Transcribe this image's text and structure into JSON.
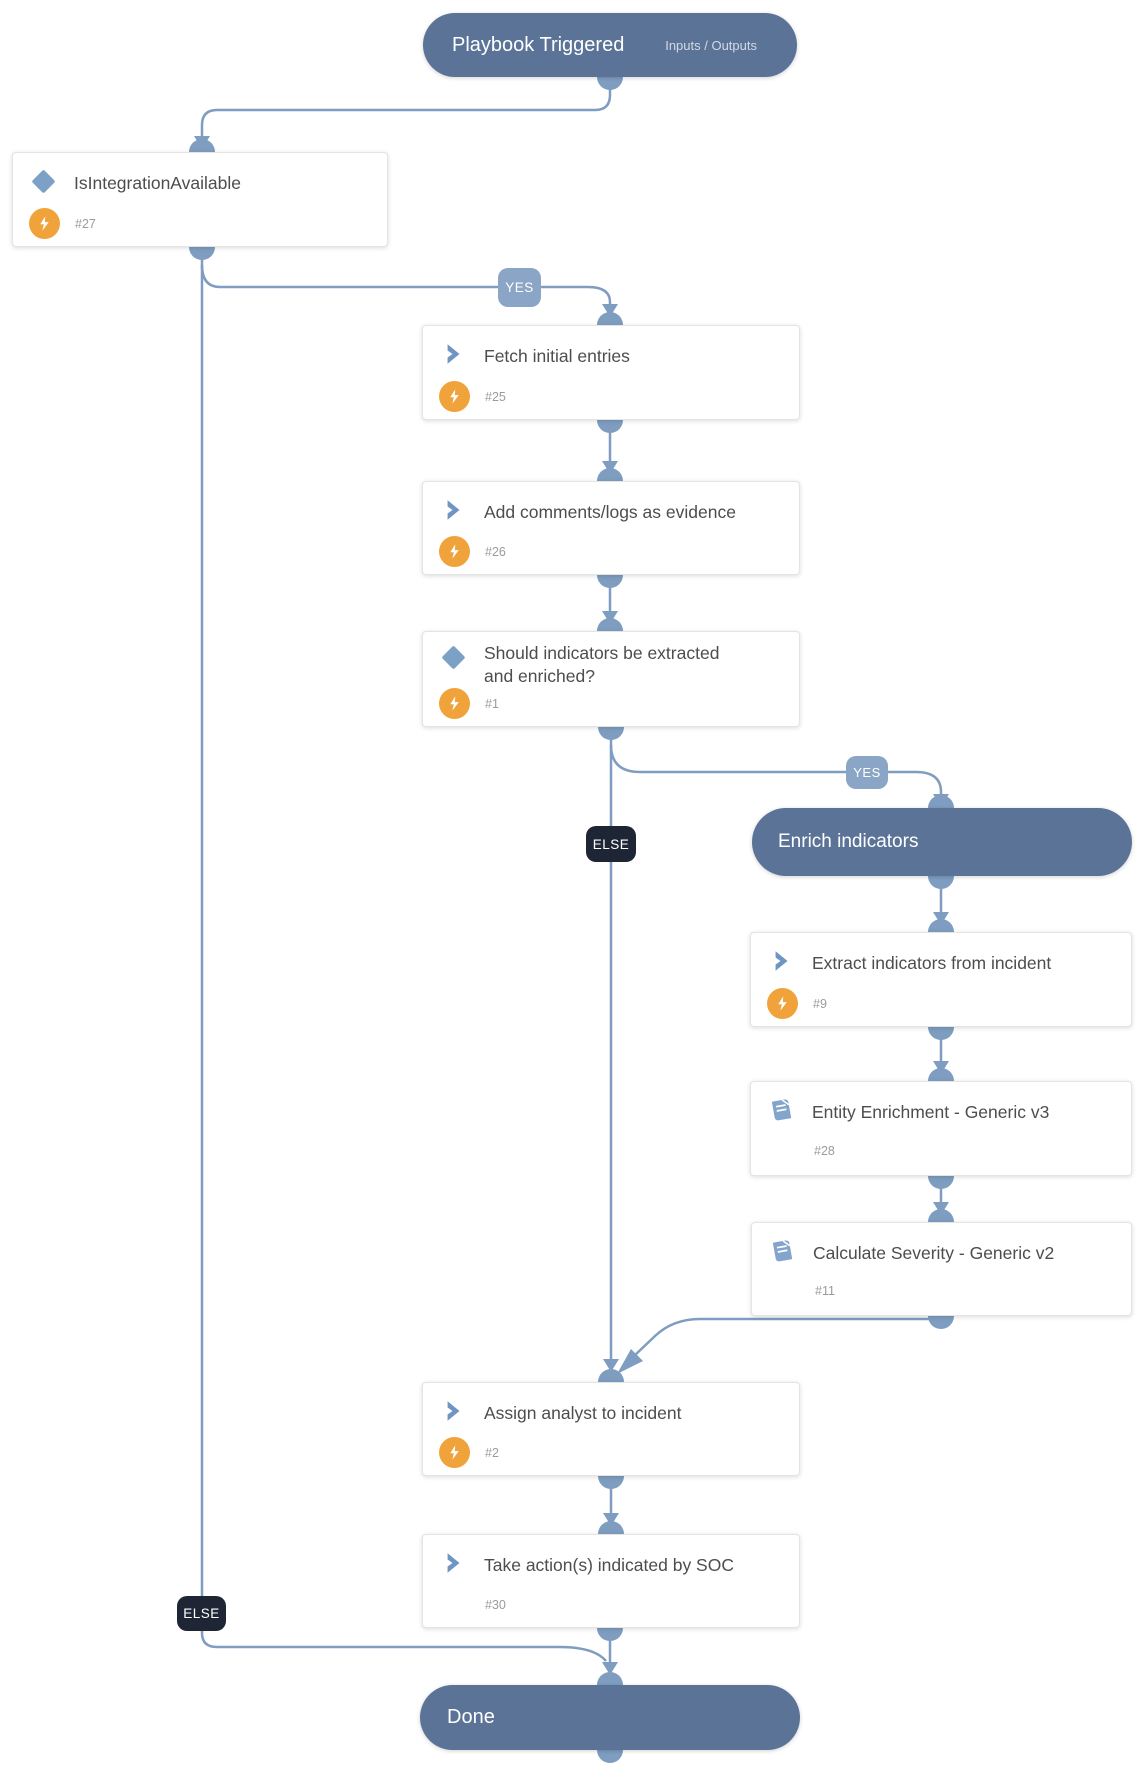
{
  "colors": {
    "pill_bg": "#5b7397",
    "connector": "#7e9dc0",
    "yes_badge_bg": "#8aa5c6",
    "else_badge_bg": "#1e2534",
    "bolt_bg": "#f1a33b",
    "icon_blue": "#7da0c6",
    "card_title": "#4d4d4d",
    "task_number": "#9b9b9b"
  },
  "icons": {
    "condition": "diamond-icon",
    "task": "chevron-icon",
    "automation": "bolt-icon",
    "subplaybook": "book-icon"
  },
  "nodes": {
    "playbook_triggered": {
      "title": "Playbook Triggered",
      "right_label": "Inputs / Outputs"
    },
    "is_integration_available": {
      "title": "IsIntegrationAvailable",
      "id": "#27"
    },
    "fetch_initial_entries": {
      "title": "Fetch initial entries",
      "id": "#25"
    },
    "add_comments": {
      "title": "Add comments/logs as evidence",
      "id": "#26"
    },
    "should_indicators": {
      "title": "Should indicators be extracted and enriched?",
      "id": "#1"
    },
    "enrich_indicators": {
      "title": "Enrich indicators"
    },
    "extract_indicators": {
      "title": "Extract indicators from incident",
      "id": "#9"
    },
    "entity_enrichment": {
      "title": "Entity Enrichment - Generic v3",
      "id": "#28"
    },
    "calculate_severity": {
      "title": "Calculate Severity - Generic v2",
      "id": "#11"
    },
    "assign_analyst": {
      "title": "Assign analyst to incident",
      "id": "#2"
    },
    "take_action": {
      "title": "Take action(s) indicated by SOC",
      "id": "#30"
    },
    "done": {
      "title": "Done"
    }
  },
  "badges": {
    "yes_integration": "YES",
    "yes_enrich": "YES",
    "else_mid": "ELSE",
    "else_left": "ELSE"
  }
}
